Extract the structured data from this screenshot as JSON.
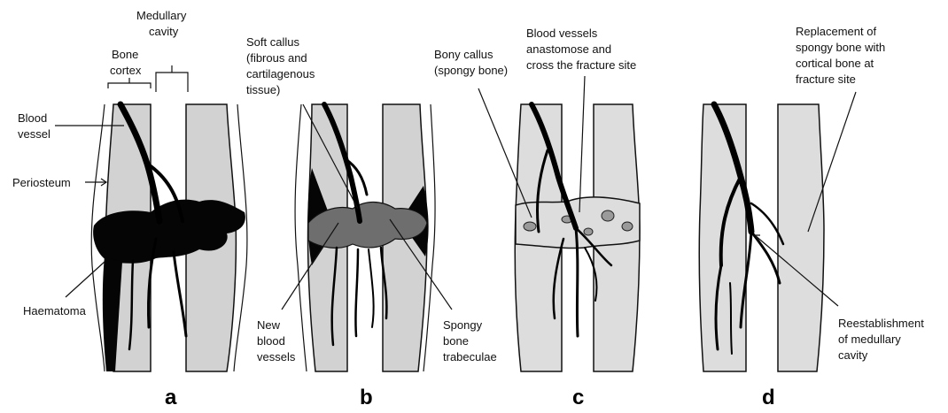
{
  "panels": {
    "a": {
      "letter": "a",
      "labels": {
        "medullary_line1": "Medullary",
        "medullary_line2": "cavity",
        "cortex_line1": "Bone",
        "cortex_line2": "cortex",
        "blood_line1": "Blood",
        "blood_line2": "vessel",
        "periosteum": "Periosteum",
        "haematoma": "Haematoma"
      }
    },
    "b": {
      "letter": "b",
      "labels": {
        "soft_line1": "Soft callus",
        "soft_line2": "(fibrous and",
        "soft_line3": "cartilagenous",
        "soft_line4": "tissue)",
        "new_line1": "New",
        "new_line2": "blood",
        "new_line3": "vessels",
        "spongy_line1": "Spongy",
        "spongy_line2": "bone",
        "spongy_line3": "trabeculae"
      }
    },
    "c": {
      "letter": "c",
      "labels": {
        "bony_line1": "Bony callus",
        "bony_line2": "(spongy bone)",
        "vessels_line1": "Blood vessels",
        "vessels_line2": "anastomose and",
        "vessels_line3": "cross the fracture site"
      }
    },
    "d": {
      "letter": "d",
      "labels": {
        "repl_line1": "Replacement of",
        "repl_line2": "spongy bone with",
        "repl_line3": "cortical bone at",
        "repl_line4": "fracture site",
        "reest_line1": "Reestablishment",
        "reest_line2": "of medullary",
        "reest_line3": "cavity"
      }
    }
  }
}
